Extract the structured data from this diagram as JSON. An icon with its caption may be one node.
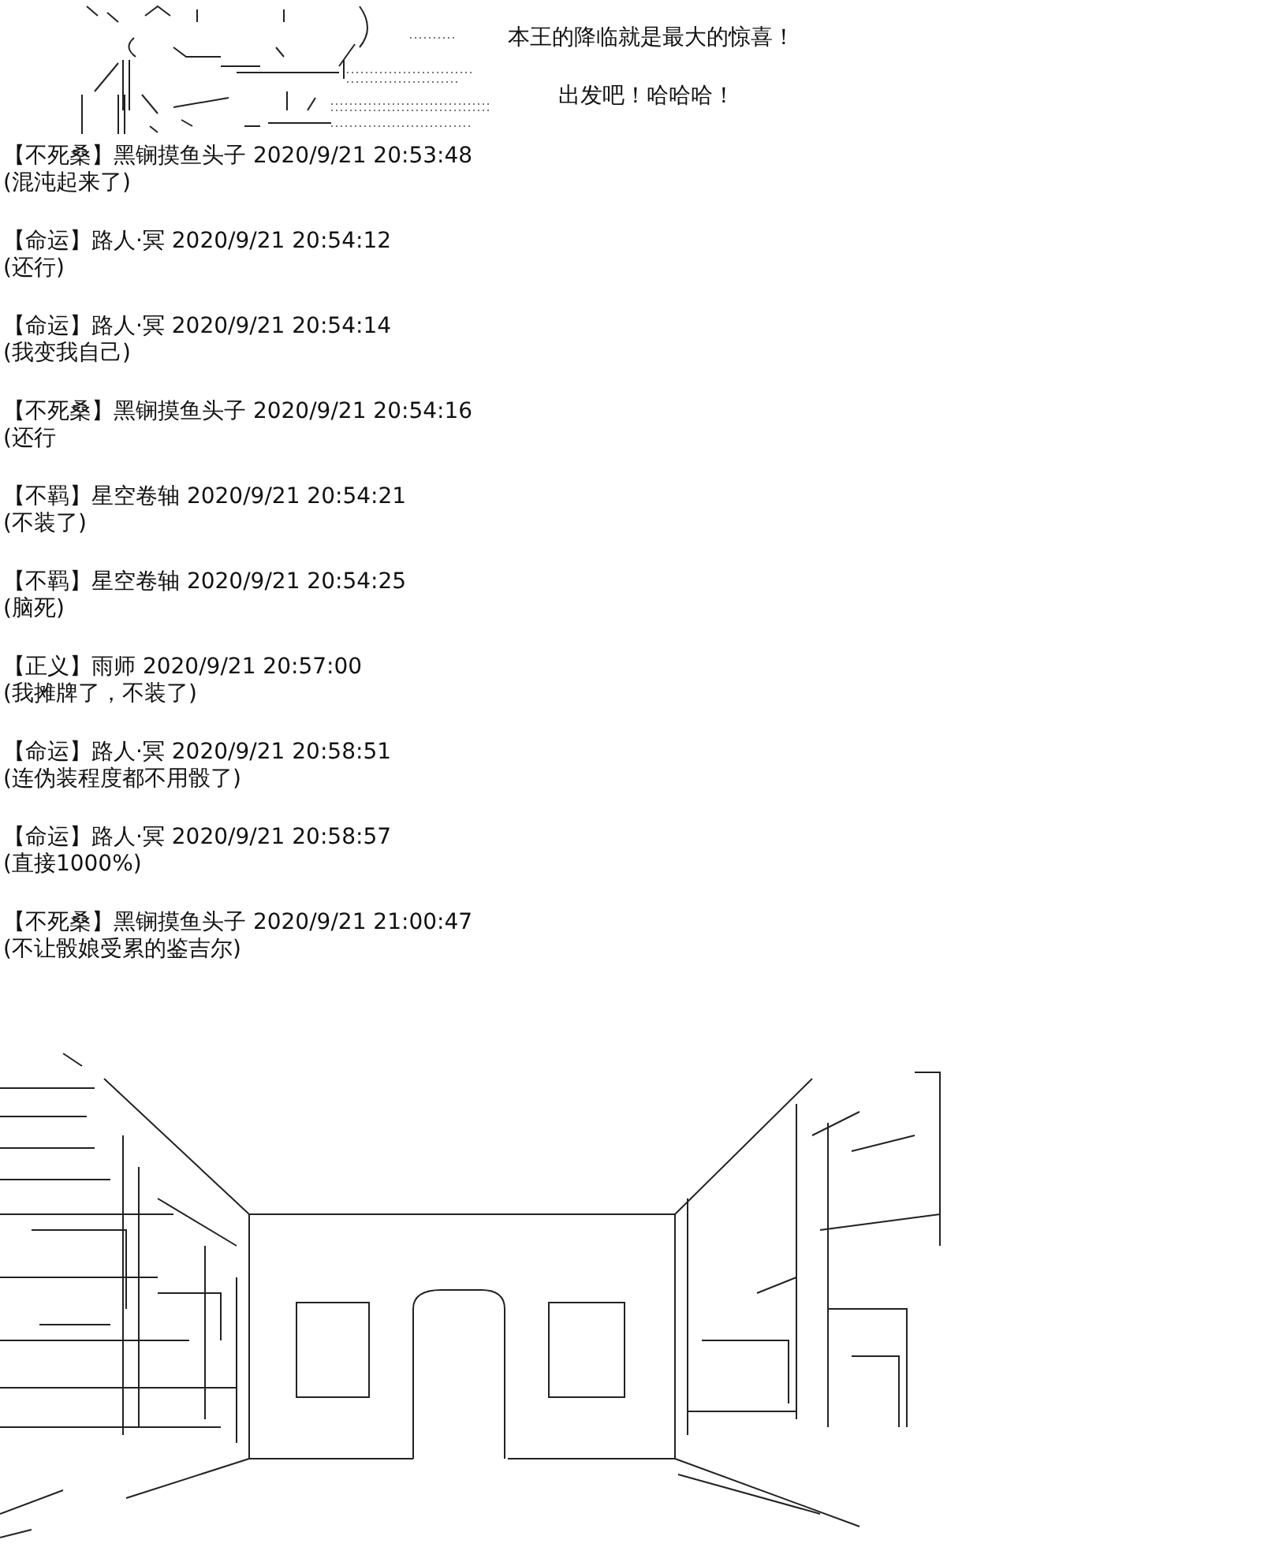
{
  "diagram": {
    "labels": [
      "本王的降临就是最大的惊喜！",
      "出发吧！哈哈哈！",
      "【不死桑】黑锎摸鱼头子 2020/9/21 20:53:48",
      "(混沌起来了)",
      "【命运】路人·冥 2020/9/21 20:54:12",
      "(还行)",
      "【命运】路人·冥 2020/9/21 20:54:14",
      "(我变我自己)",
      "【不死桑】黑锎摸鱼头子 2020/9/21 20:54:16",
      "(还行",
      "【不羁】星空卷轴 2020/9/21 20:54:21",
      "(不装了)",
      "【不羁】星空卷轴 2020/9/21 20:54:25",
      "(脑死)",
      "【正义】雨师 2020/9/21 20:57:00",
      "(我摊牌了，不装了)",
      "【命运】路人·冥 2020/9/21 20:58:51",
      "(连伪装程度都不用骰了)",
      "【命运】路人·冥 2020/9/21 20:58:57",
      "(直接1000%)",
      "【不死桑】黑锎摸鱼头子 2020/9/21 21:00:47",
      "(不让骰娘受累的鉴吉尔)"
    ]
  }
}
